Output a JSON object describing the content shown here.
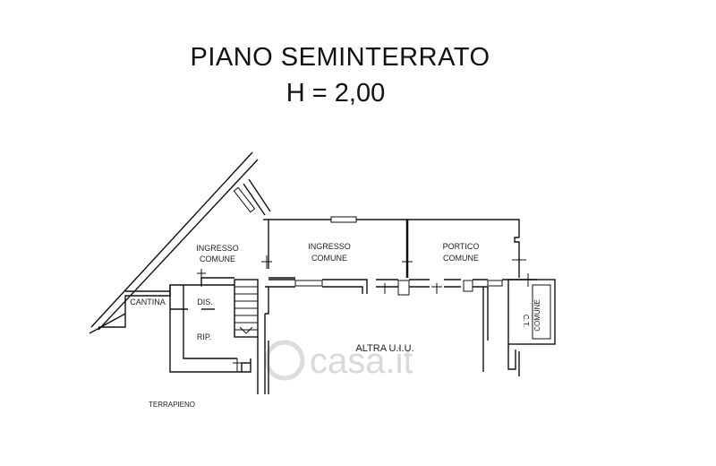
{
  "header": {
    "title": "PIANO SEMINTERRATO",
    "height_label": "H = 2,00"
  },
  "rooms": {
    "ingresso_comune_1_line1": "INGRESSO",
    "ingresso_comune_1_line2": "COMUNE",
    "ingresso_comune_2_line1": "INGRESSO",
    "ingresso_comune_2_line2": "COMUNE",
    "portico_line1": "PORTICO",
    "portico_line2": "COMUNE",
    "cantina": "CANTINA",
    "dis": "DIS.",
    "rip": "RIP.",
    "altra_uiu": "ALTRA U.I.U.",
    "ct_line1": "C.T.",
    "ct_line2": "COMUNE",
    "terrapieno": "TERRAPIENO"
  },
  "watermark": {
    "text": "casa.it"
  },
  "colors": {
    "wall": "#111111",
    "background": "#ffffff",
    "watermark": "#d9d9d9"
  }
}
